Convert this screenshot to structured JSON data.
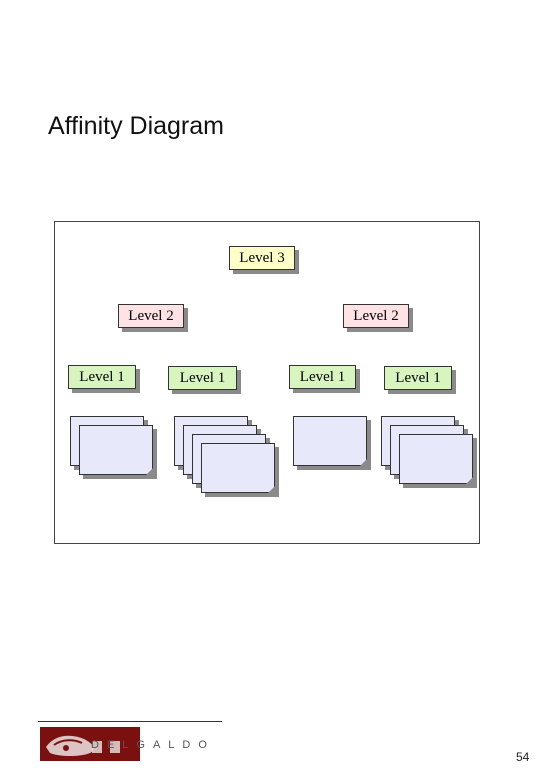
{
  "slide": {
    "title": "Affinity Diagram",
    "page_number": "54"
  },
  "diagram": {
    "level3": {
      "label": "Level 3"
    },
    "level2": [
      {
        "label": "Level 2"
      },
      {
        "label": "Level 2"
      }
    ],
    "level1": [
      {
        "label": "Level 1",
        "card_count": 2
      },
      {
        "label": "Level 1",
        "card_count": 4
      },
      {
        "label": "Level 1",
        "card_count": 1
      },
      {
        "label": "Level 1",
        "card_count": 3
      }
    ]
  },
  "colors": {
    "level3_fill": "#ffffc8",
    "level2_fill": "#ffe2e6",
    "level1_fill": "#d8f5c0",
    "card_fill": "#e7e8fa",
    "logo_red": "#7a1010"
  },
  "footer": {
    "logo_text": "DELGALDO"
  }
}
